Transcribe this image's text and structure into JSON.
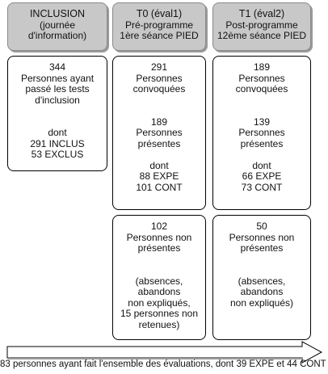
{
  "columns": [
    {
      "header": [
        "INCLUSION",
        "(journée",
        "d'information)"
      ],
      "boxes": [
        {
          "lines": [
            "344",
            "Personnes ayant",
            "passé les tests",
            "d'inclusion",
            "",
            "",
            "dont",
            "291 INCLUS",
            "53 EXCLUS"
          ]
        }
      ]
    },
    {
      "header": [
        "T0 (éval1)",
        "Pré-programme",
        "1ère séance PIED"
      ],
      "boxes": [
        {
          "lines": [
            "291",
            "Personnes",
            "convoquées",
            "",
            "",
            "189",
            "Personnes",
            "présentes",
            "",
            "dont",
            "88 EXPE",
            "101 CONT"
          ]
        },
        {
          "lines": [
            "102",
            "Personnes non",
            "présentes",
            "",
            "",
            "(absences,",
            "abandons",
            "non expliqués,",
            "15 personnes non",
            "retenues)"
          ]
        }
      ]
    },
    {
      "header": [
        "T1 (éval2)",
        "Post-programme",
        "12ème séance PIED"
      ],
      "boxes": [
        {
          "lines": [
            "189",
            "Personnes",
            "convoquées",
            "",
            "",
            "139",
            "Personnes",
            "présentes",
            "",
            "dont",
            "66 EXPE",
            "73 CONT"
          ]
        },
        {
          "lines": [
            "50",
            "Personnes non",
            "présentes",
            "",
            "",
            "(absences,",
            "abandons",
            "non expliqués)"
          ]
        }
      ]
    }
  ],
  "footer": "83 personnes ayant fait l'ensemble des évaluations, dont 39 EXPE et 44 CONT"
}
